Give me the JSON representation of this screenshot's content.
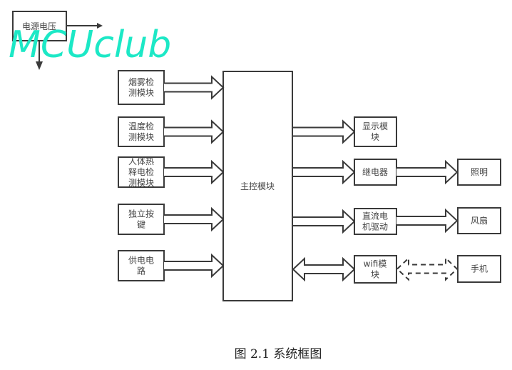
{
  "watermark": {
    "text": "MCUclub",
    "color": "#1ce8c6"
  },
  "fragment": {
    "label": "电源电压"
  },
  "main": {
    "label": "主控模块"
  },
  "inputs": [
    {
      "id": "smoke",
      "lines": [
        "烟雾检",
        "测模块"
      ]
    },
    {
      "id": "temp",
      "lines": [
        "温度检",
        "测模块"
      ]
    },
    {
      "id": "pir",
      "lines": [
        "人体热",
        "释电检",
        "测模块"
      ]
    },
    {
      "id": "key",
      "lines": [
        "独立按",
        "键"
      ]
    },
    {
      "id": "power",
      "lines": [
        "供电电",
        "路"
      ]
    }
  ],
  "outputs": [
    {
      "id": "display",
      "lines": [
        "显示模",
        "块"
      ],
      "target": null
    },
    {
      "id": "relay",
      "lines": [
        "继电器"
      ],
      "target": {
        "lines": [
          "照明"
        ],
        "link": "solid"
      }
    },
    {
      "id": "motor",
      "lines": [
        "直流电",
        "机驱动"
      ],
      "target": {
        "lines": [
          "风扇"
        ],
        "link": "solid"
      }
    },
    {
      "id": "wifi",
      "lines": [
        "wifi模",
        "块"
      ],
      "bidirectional": true,
      "target": {
        "lines": [
          "手机"
        ],
        "link": "dashed"
      }
    }
  ],
  "caption": "图 2.1  系统框图",
  "colors": {
    "stroke": "#3a3a3a",
    "text": "#444444"
  }
}
